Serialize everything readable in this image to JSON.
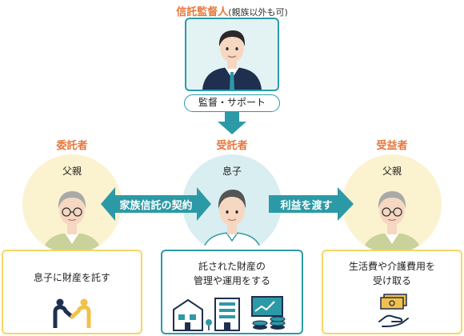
{
  "supervisor": {
    "title": "信託監督人",
    "note": "(親族以外も可)",
    "action": "監督・サポート"
  },
  "left": {
    "role": "委託者",
    "relation": "父親",
    "card_text": "息子に財産を託す"
  },
  "center": {
    "role": "受託者",
    "relation": "息子",
    "card_line1": "託された財産の",
    "card_line2": "管理や運用をする"
  },
  "right": {
    "role": "受益者",
    "relation": "父親",
    "card_line1": "生活費や介護費用を",
    "card_line2": "受け取る"
  },
  "arrows": {
    "contract": "家族信託の契約",
    "benefit": "利益を渡す"
  },
  "colors": {
    "accent": "#e8763a",
    "teal": "#2c9aa6",
    "yellow": "#f2d764",
    "navy": "#1f2f4f"
  }
}
